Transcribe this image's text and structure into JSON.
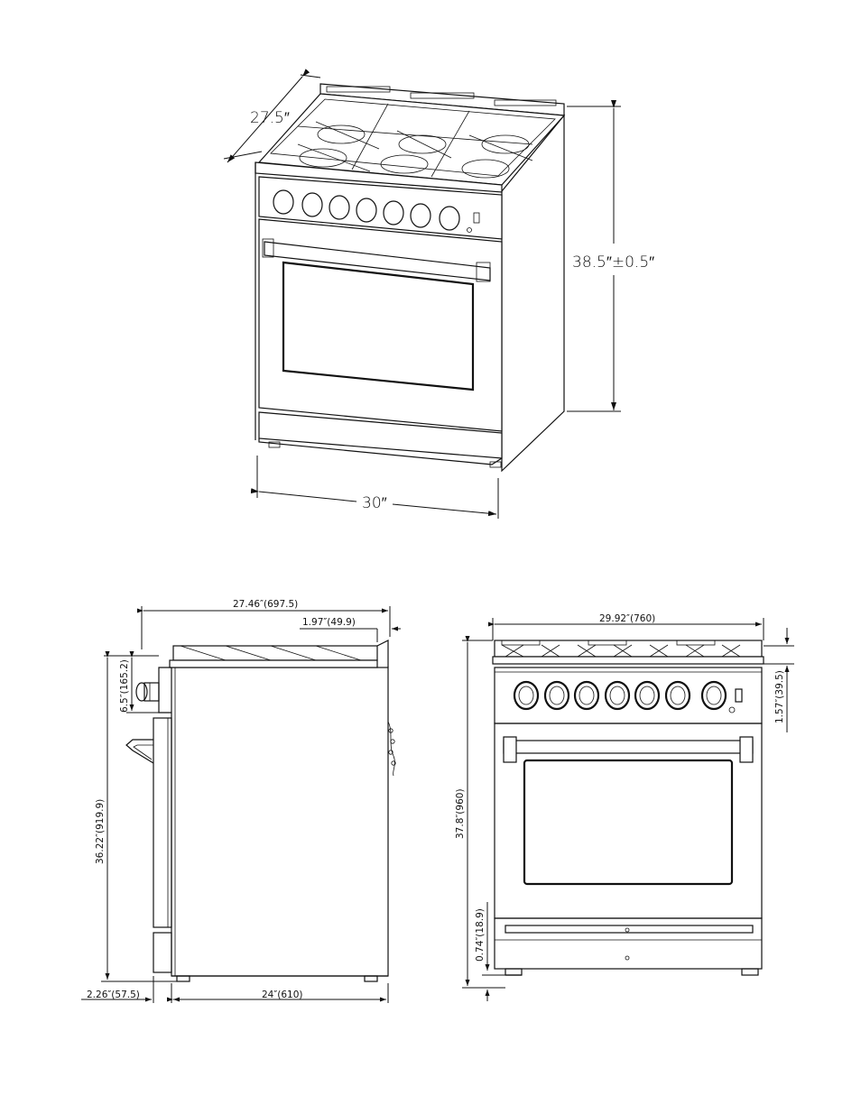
{
  "iso_view": {
    "depth_label": "27.5″",
    "height_label": "38.5″±0.5″",
    "width_label": "30″"
  },
  "side_view": {
    "overall_depth": "27.46″(697.5)",
    "top_offset": "1.97″(49.9)",
    "panel_height": "6.5″(165.2)",
    "body_height": "36.22″(919.9)",
    "handle_depth": "2.26″(57.5)",
    "body_depth": "24″(610)"
  },
  "front_view": {
    "overall_width": "29.92″(760)",
    "total_height": "37.8″(960)",
    "panel_top": "1.57″(39.5)",
    "base_gap": "0.74″(18.9)"
  }
}
